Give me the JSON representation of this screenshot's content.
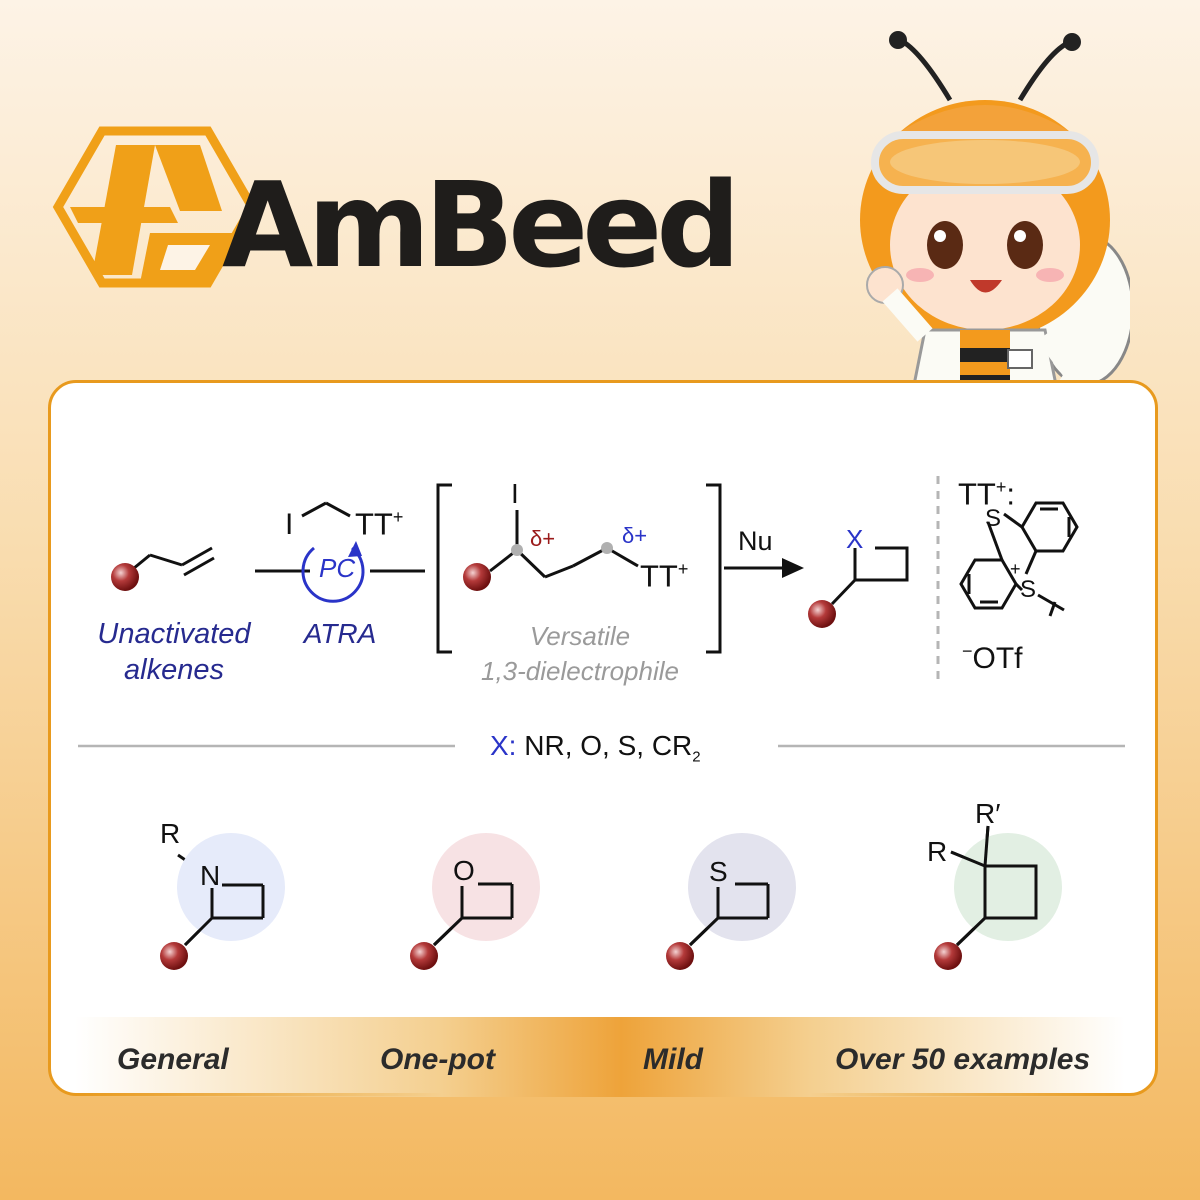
{
  "brand": {
    "name": "AmBeed",
    "logo_color": "#f0a018"
  },
  "reaction": {
    "start_label_line1": "Unactivated",
    "start_label_line2": "alkenes",
    "reagent_I": "I",
    "reagent_TT": "TT",
    "catalyst": "PC",
    "method": "ATRA",
    "intermediate_I": "I",
    "delta1": "δ+",
    "delta2": "δ+",
    "intermediate_TT": "TT",
    "intermediate_line1": "Versatile",
    "intermediate_line2": "1,3-dielectrophile",
    "nucleophile": "Nu",
    "product_X": "X"
  },
  "tt_reagent": {
    "heading": "TT",
    "sulfur1": "S",
    "sulfur2": "S",
    "plus": "+",
    "counterion": "OTf"
  },
  "x_options": {
    "label": "X:",
    "values": "NR, O, S, CR",
    "subscript": "2"
  },
  "rings": [
    {
      "substituent": "R",
      "heteroatom": "N",
      "highlight": "#e6ebfa"
    },
    {
      "heteroatom": "O",
      "highlight": "#f7e2e4"
    },
    {
      "heteroatom": "S",
      "highlight": "#e3e3ee"
    },
    {
      "substituent1": "R",
      "substituent2": "R′",
      "highlight": "#e2efe3"
    }
  ],
  "features": [
    "General",
    "One-pot",
    "Mild",
    "Over 50 examples"
  ],
  "colors": {
    "accent": "#e89a1e",
    "blue": "#262a8f",
    "delta": "#9b1b1b",
    "sphere": "#a02828"
  }
}
